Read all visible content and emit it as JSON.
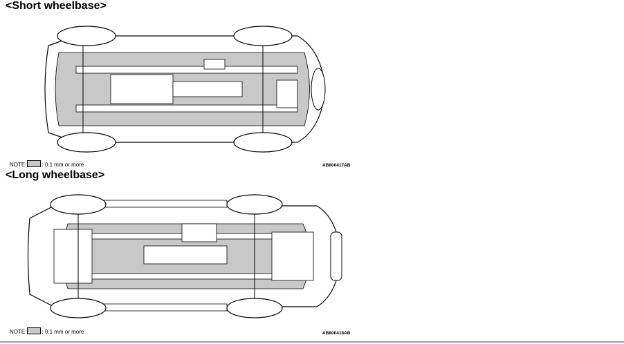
{
  "sections": [
    {
      "heading": "<Short wheelbase>",
      "note_prefix": "NOTE:",
      "note_text": ": 0.1 mm or more",
      "figure_code": "AB800417AB"
    },
    {
      "heading": "<Long wheelbase>",
      "note_prefix": "NOTE:",
      "note_text": ": 0.1 mm or more",
      "figure_code": "AB800418AB"
    }
  ],
  "colors": {
    "shaded_area": "#c8c8c8",
    "line": "#000000",
    "tire": "#ffffff"
  }
}
